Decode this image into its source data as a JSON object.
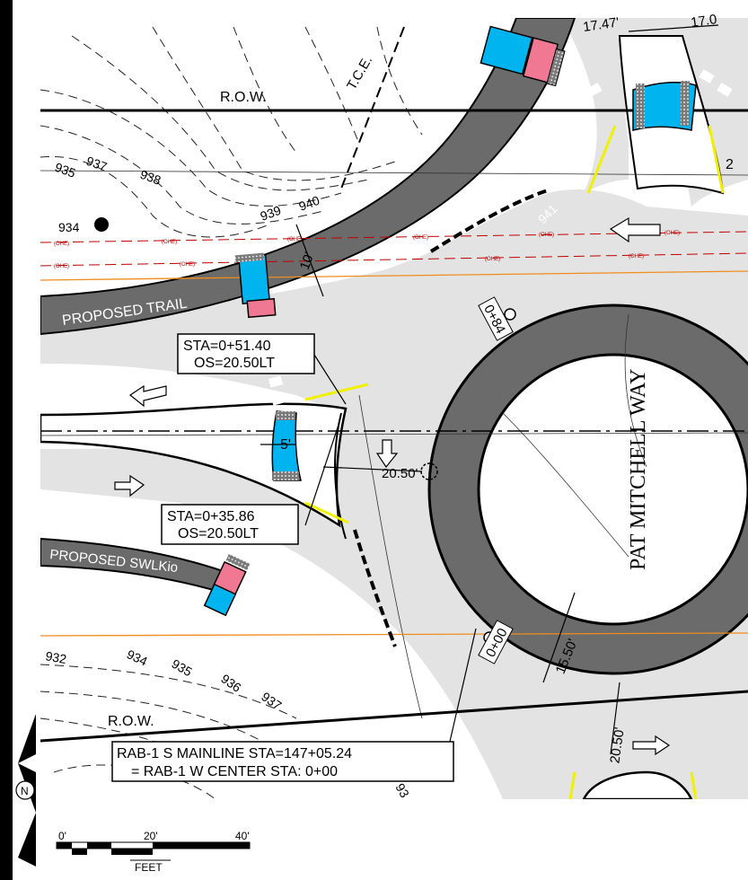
{
  "labels": {
    "row_top": "R.O.W.",
    "row_bottom": "R.O.W.",
    "tce": "T.C.E.",
    "proposed_trail": "PROPOSED TRAIL",
    "proposed_swalk": "PROPOSED SWLKio",
    "road_name": "PAT MITCHELL WAY",
    "dim_top_left": "17.47'",
    "dim_top_right": "17.0",
    "dim_trail_width": "10'",
    "dim_island": "5'",
    "dim_radius": "20.50'",
    "dim_ring": "15.50'",
    "dim_exit": "20.50'",
    "dim_right_edge": "2",
    "station_084": "0+84",
    "station_000": "0+00",
    "ohe": "(OHE)"
  },
  "contours": {
    "c934": "934",
    "c935": "935",
    "c937": "937",
    "c938": "938",
    "c939": "939",
    "c940": "940",
    "c941": "941",
    "c932": "932",
    "c934b": "934",
    "c935b": "935",
    "c936": "936",
    "c937b": "937",
    "c93": "93"
  },
  "callouts": {
    "sta1_line1": "STA=0+51.40",
    "sta1_line2": "OS=20.50LT",
    "sta2_line1": "STA=0+35.86",
    "sta2_line2": "OS=20.50LT",
    "mainline_line1": "RAB-1 S MAINLINE STA=147+05.24",
    "mainline_line2": "= RAB-1 W CENTER STA: 0+00"
  },
  "scale_bar": {
    "tick_0": "0'",
    "tick_20": "20'",
    "tick_40": "40'",
    "unit": "FEET",
    "segment_ratio": [
      0,
      20,
      40
    ]
  },
  "north_arrow": {
    "label": "N",
    "icon": "north-arrow-icon"
  },
  "colors": {
    "pavement": "#e3e3e3",
    "trail": "#6b6b6b",
    "ring": "#6b6b6b",
    "curb_ramp_blue": "#00b4f0",
    "curb_ramp_pink": "#f07893",
    "detectable_warning": "#8c8c8c",
    "ohe_line": "#c00000",
    "orange_line": "#f08c1e",
    "yellow_curb": "#f0f000"
  }
}
